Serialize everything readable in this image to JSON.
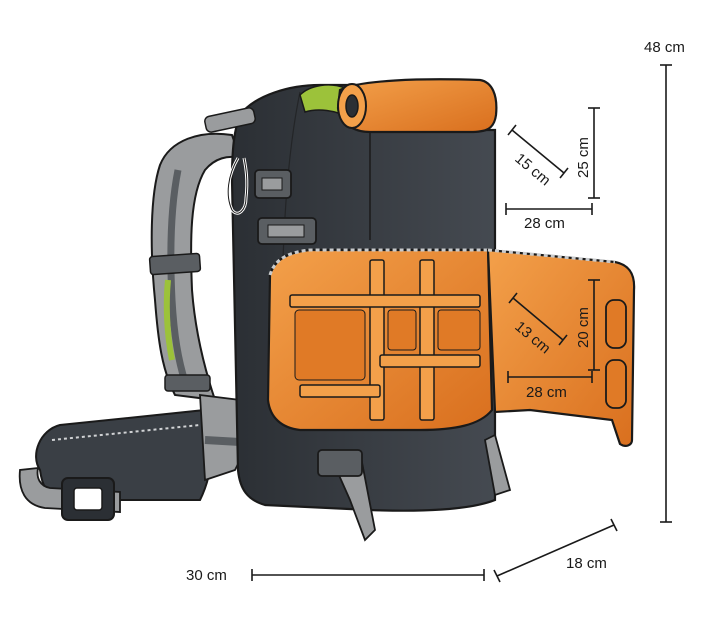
{
  "dimensions": {
    "height": "48 cm",
    "width": "30 cm",
    "depth": "18 cm",
    "top_compartment": {
      "height": "25 cm",
      "depth": "15 cm",
      "width": "28 cm"
    },
    "camera_compartment": {
      "height": "20 cm",
      "depth": "13 cm",
      "width": "28 cm"
    }
  },
  "colors": {
    "body": "#3a3f45",
    "body_dark": "#2b2f34",
    "orange": "#e8822a",
    "orange_light": "#f3a04a",
    "strap_gray": "#9a9c9e",
    "strap_dark": "#5a5e62",
    "accent_green": "#9cc23a"
  }
}
